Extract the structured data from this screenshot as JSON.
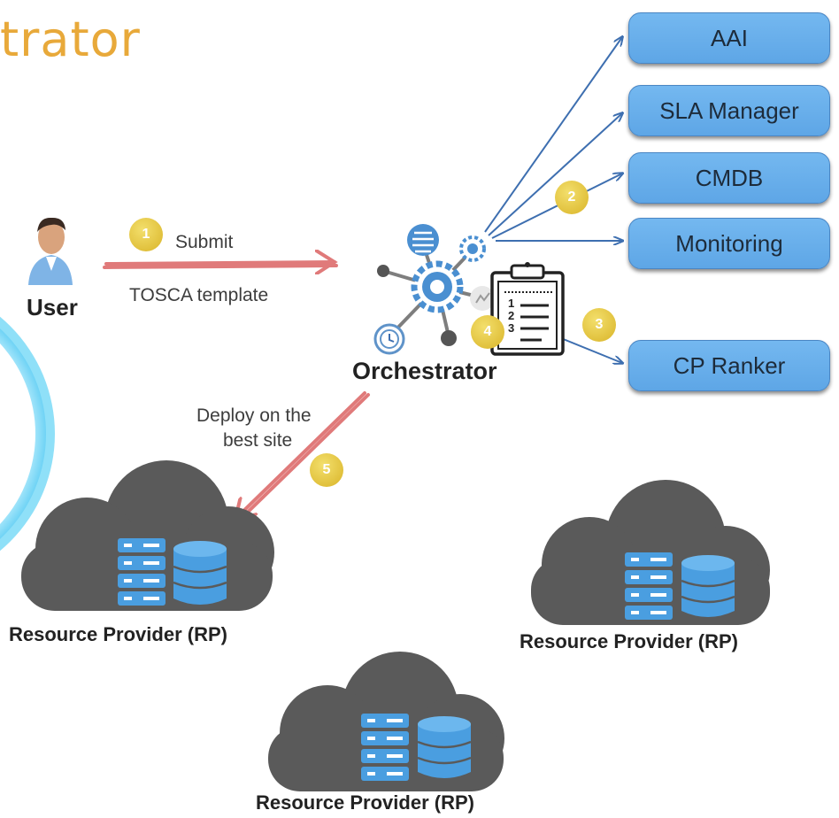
{
  "page": {
    "title": "trator"
  },
  "user": {
    "label": "User"
  },
  "orchestrator": {
    "label": "Orchestrator"
  },
  "services": [
    {
      "label": "AAI"
    },
    {
      "label": "SLA Manager"
    },
    {
      "label": "CMDB"
    },
    {
      "label": "Monitoring"
    },
    {
      "label": "CP Ranker"
    }
  ],
  "steps": [
    {
      "number": "1",
      "label": "Submit",
      "sublabel": "TOSCA template"
    },
    {
      "number": "2"
    },
    {
      "number": "3"
    },
    {
      "number": "4"
    },
    {
      "number": "5",
      "label_line1": "Deploy on the",
      "label_line2": "best site"
    }
  ],
  "providers": [
    {
      "label": "Resource Provider (RP)"
    },
    {
      "label": "Resource Provider (RP)"
    },
    {
      "label": "Resource Provider (RP)"
    }
  ],
  "clipboard": {
    "items": [
      "1",
      "2",
      "3"
    ]
  },
  "colors": {
    "title": "#e8a93a",
    "service_box": "#6aaeea",
    "arrow_blue": "#3e6fb0",
    "arrow_red": "#e07a7a",
    "badge": "#e2c23c",
    "cloud": "#5a5a5a",
    "server": "#4a9ee0",
    "halo": "#6fd3f5"
  }
}
